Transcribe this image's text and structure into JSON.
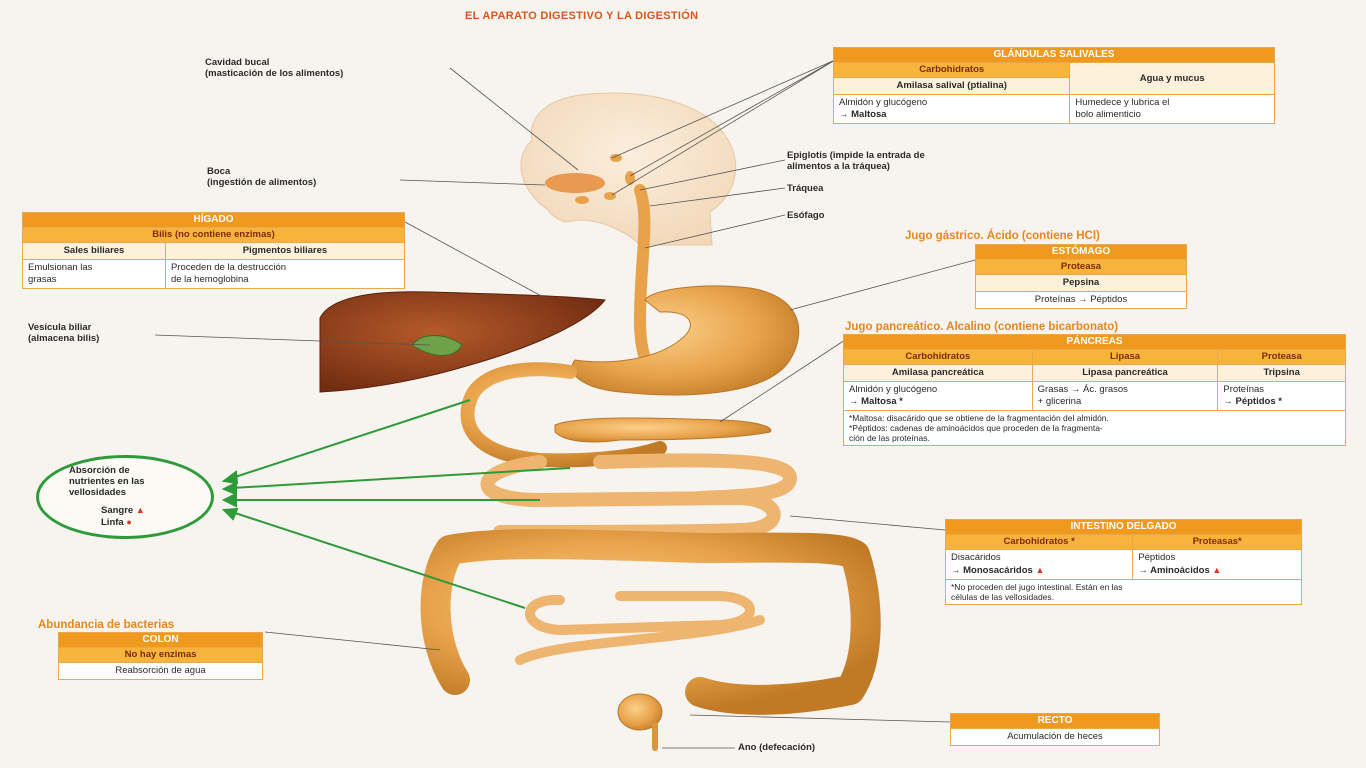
{
  "title": "EL APARATO DIGESTIVO Y LA DIGESTIÓN",
  "labels": {
    "cavidad_bucal": [
      "Cavidad bucal",
      "(masticación de los alimentos)"
    ],
    "boca": [
      "Boca",
      "(ingestión de alimentos)"
    ],
    "epiglotis": [
      "Epiglotis (impide la entrada de",
      "alimentos a la tráquea)"
    ],
    "traquea": "Tráquea",
    "esofago": "Esófago",
    "vesicula": [
      "Vesícula biliar",
      "(almacena bilis)"
    ],
    "ano": "Ano (defecación)"
  },
  "glandulas_salivales": {
    "header": "GLÁNDULAS SALIVALES",
    "col1_sub": "Carbohidratos",
    "col1_enzyme": "Amilasa salival (ptialina)",
    "col1_result": [
      "Almidón y glucógeno",
      "→ Maltosa"
    ],
    "col2_sub": "Agua y mucus",
    "col2_text": [
      "Humedece y lubrica el",
      "bolo alimenticio"
    ]
  },
  "higado": {
    "header": "HÍGADO",
    "sub": "Bilis (no contiene enzimas)",
    "col1_title": "Sales biliares",
    "col1_text": [
      "Emulsionan las",
      "grasas"
    ],
    "col2_title": "Pigmentos biliares",
    "col2_text": [
      "Proceden de la destrucción",
      "de la hemoglobina"
    ]
  },
  "estomago": {
    "top_label": "Jugo gástrico. Ácido (contiene HCl)",
    "header": "ESTÓMAGO",
    "sub": "Proteasa",
    "enzyme": "Pepsina",
    "result": "Proteínas → Péptidos"
  },
  "pancreas": {
    "top_label": "Jugo pancreático. Alcalino (contiene bicarbonato)",
    "header": "PÁNCREAS",
    "cols": [
      {
        "sub": "Carbohidratos",
        "enzyme": "Amilasa pancreática",
        "result": [
          "Almidón y glucógeno",
          "→ Maltosa *"
        ]
      },
      {
        "sub": "Lipasa",
        "enzyme": "Lipasa pancreática",
        "result": [
          "Grasas → Ác. grasos",
          "+ glicerina"
        ]
      },
      {
        "sub": "Proteasa",
        "enzyme": "Tripsina",
        "result": [
          "Proteínas",
          "→ Péptidos *"
        ]
      }
    ],
    "notes": [
      "*Maltosa: disacárido que se obtiene de la fragmentación del almidón.",
      "*Péptidos: cadenas de aminoácidos que proceden de la fragmenta-",
      "ción de las proteínas."
    ]
  },
  "absorcion": {
    "text": [
      "Absorción de",
      "nutrientes en las",
      "vellosidades"
    ],
    "sangre": "Sangre",
    "linfa": "Linfa"
  },
  "intestino": {
    "header": "INTESTINO DELGADO",
    "col1_sub": "Carbohidratos *",
    "col1_text": [
      "Disacáridos",
      "→ Monosacáridos"
    ],
    "col2_sub": "Proteasas*",
    "col2_text": [
      "Péptidos",
      "→ Aminoácidos"
    ],
    "notes": [
      "*No proceden del jugo intestinal. Están en las",
      "células de las vellosidades."
    ]
  },
  "colon": {
    "top_label": "Abundancia de bacterias",
    "header": "COLON",
    "sub": "No hay enzimas",
    "text": "Reabsorción de agua"
  },
  "recto": {
    "header": "RECTO",
    "text": "Acumulación de heces"
  },
  "colors": {
    "orange": "#f0991f",
    "arrow_green": "#2e9a3a",
    "organ": "#e8a24a",
    "liver": "#8a3a1a"
  }
}
